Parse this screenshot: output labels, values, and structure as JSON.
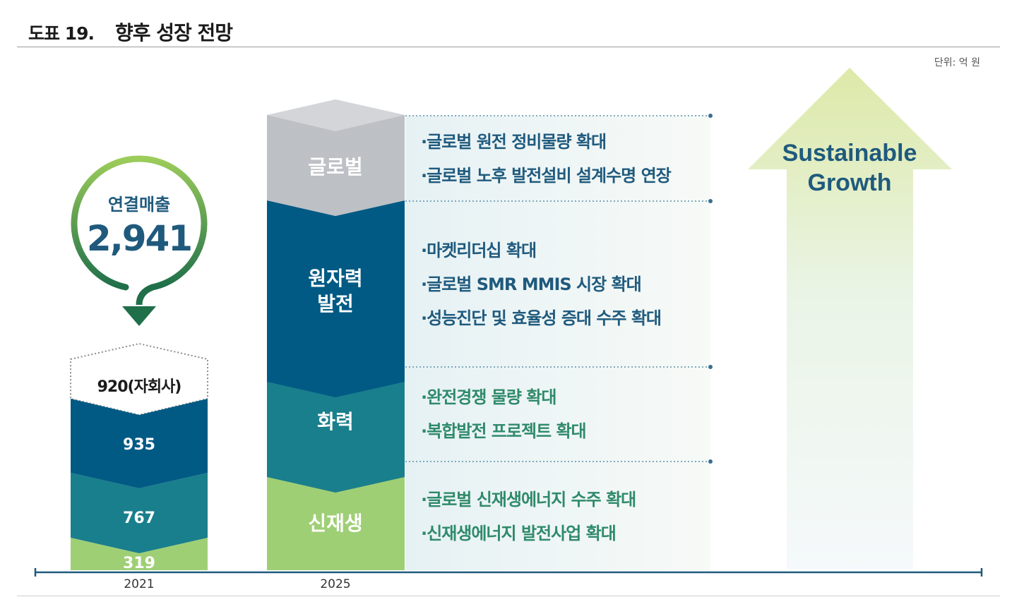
{
  "header": {
    "number": "도표 19.",
    "title": "향후 성장 전망"
  },
  "unit_label": "단위: 억 원",
  "callout": {
    "label": "연결매출",
    "value": "2,941"
  },
  "growth_text": [
    "Sustainable",
    "Growth"
  ],
  "colors": {
    "gray": "#bdc0c4",
    "navy": "#005a84",
    "teal": "#1a7f8c",
    "green": "#9fcf75",
    "arrow": "#e2eeb8",
    "title_text": "#1f5a7d"
  },
  "segments_2025": [
    {
      "label": "글로벌",
      "bullets": [
        "·글로벌 원전 정비물량 확대",
        "·글로벌 노후 발전설비 설계수명 연장"
      ]
    },
    {
      "label": "원자력\n발전",
      "bullets": [
        "·마켓리더십 확대",
        "·글로벌 SMR MMIS 시장 확대",
        "·성능진단 및 효율성 증대 수주 확대"
      ]
    },
    {
      "label": "화력",
      "bullets": [
        "·완전경쟁 물량 확대",
        "·복합발전 프로젝트 확대"
      ]
    },
    {
      "label": "신재생",
      "bullets": [
        "·글로벌 신재생에너지 수주 확대",
        "·신재생에너지 발전사업 확대"
      ]
    }
  ],
  "chart_data": {
    "type": "bar",
    "categories": [
      "2021",
      "2025"
    ],
    "series_2021": [
      {
        "label": "319",
        "value": 319,
        "color": "#9fcf75"
      },
      {
        "label": "767",
        "value": 767,
        "color": "#1a7f8c"
      },
      {
        "label": "935",
        "value": 935,
        "color": "#005a84"
      },
      {
        "label": "920(자회사)",
        "value": 920,
        "color": "dashed"
      }
    ],
    "total_2021": 2941
  }
}
